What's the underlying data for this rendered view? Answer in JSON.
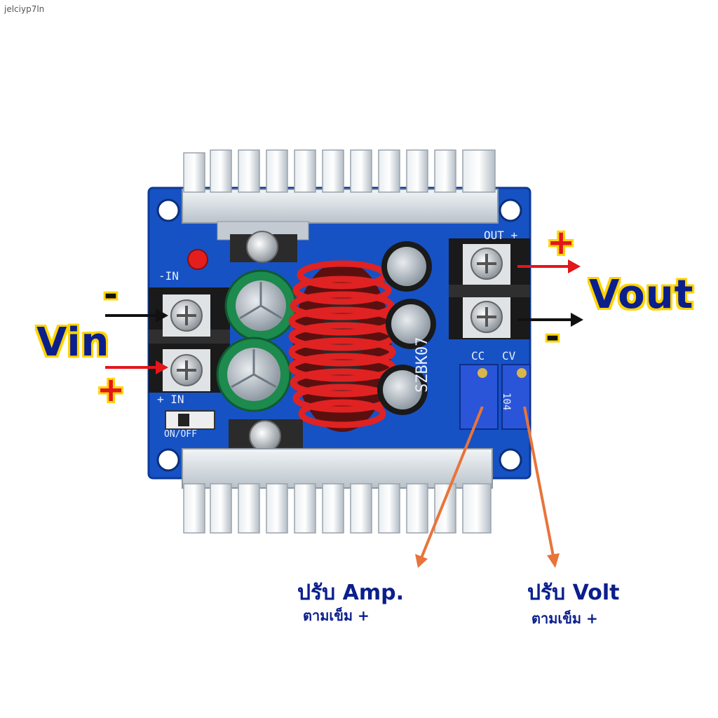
{
  "watermark": "jelciyp7ln",
  "labels": {
    "vin": "Vin",
    "vout": "Vout",
    "plus": "+",
    "minus": "-",
    "adjust_amp": "ปรับ Amp.",
    "adjust_amp_sub": "ตามเข็ม +",
    "adjust_volt": "ปรับ Volt",
    "adjust_volt_sub": "ตามเข็ม +"
  },
  "board_silkscreen": {
    "in_minus": "-IN",
    "in_plus": "+ IN",
    "switch": "ON/OFF",
    "out_plus": "OUT +",
    "cc": "CC",
    "cv": "CV",
    "model": "SZBK07",
    "pot": "104"
  },
  "colors": {
    "pcb": "#1652c4",
    "heatsink": "#cfd6dc",
    "coil": "#d41f1f",
    "label_text": "#0b1f8c",
    "label_outline": "#ffd400",
    "arrow_red": "#e3161b",
    "arrow_orange": "#e8743b"
  }
}
